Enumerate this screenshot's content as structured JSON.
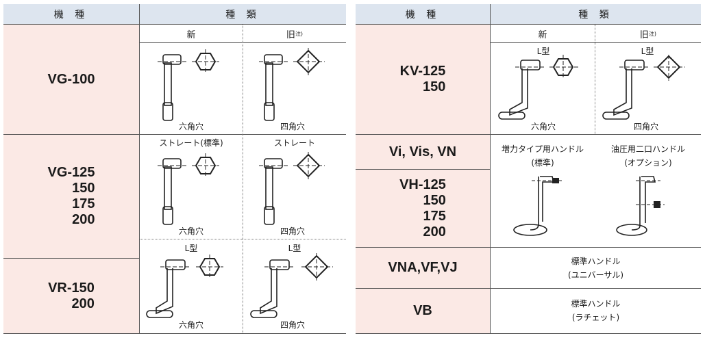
{
  "left_table": {
    "header_model": "機 種",
    "header_type": "種 類",
    "col_new": "新",
    "col_old": "旧",
    "note_mark": "注)",
    "rows": [
      {
        "model_lines": [
          "VG-100"
        ],
        "new_caption": "六角穴",
        "old_caption": "四角穴"
      },
      {
        "model_lines": [
          "VG-125",
          "150",
          "175",
          "200"
        ],
        "new_top": "ストレート(標準)",
        "old_top": "ストレート",
        "new_caption": "六角穴",
        "old_caption": "四角穴"
      },
      {
        "model_lines": [
          "VR-150",
          "200"
        ],
        "new_top": "L型",
        "old_top": "L型",
        "new_caption": "六角穴",
        "old_caption": "四角穴"
      }
    ]
  },
  "right_table": {
    "header_model": "機 種",
    "header_type": "種 類",
    "col_new": "新",
    "col_old": "旧",
    "note_mark": "注)",
    "kv": {
      "model_lines": [
        "KV-125",
        "150"
      ],
      "new_top": "L型",
      "old_top": "L型",
      "new_caption": "六角穴",
      "old_caption": "四角穴"
    },
    "vi": {
      "model": "Vi, Vis, VN",
      "left_line1": "増力タイプ用ハンドル",
      "left_line2": "(標準)",
      "right_line1": "油圧用二口ハンドル",
      "right_line2": "(オプション)"
    },
    "vh": {
      "model_lines": [
        "VH-125",
        "150",
        "175",
        "200"
      ]
    },
    "vna": {
      "model": "VNA,VF,VJ",
      "line1": "標準ハンドル",
      "line2": "(ユニバーサル)"
    },
    "vb": {
      "model": "VB",
      "line1": "標準ハンドル",
      "line2": "(ラチェット)"
    }
  }
}
